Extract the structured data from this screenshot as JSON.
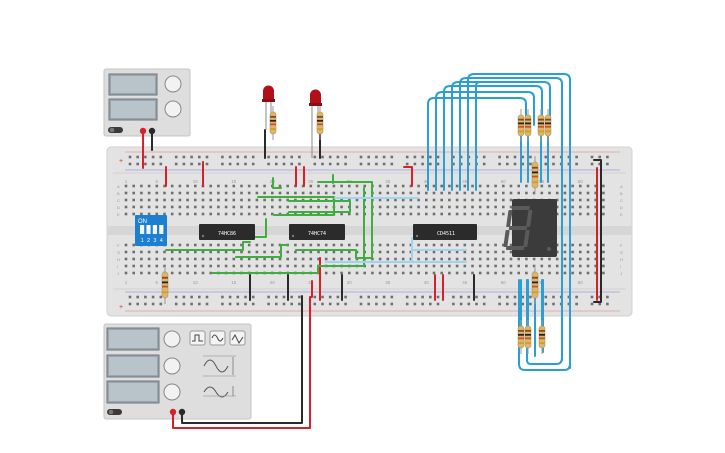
{
  "chips": {
    "u1": "74HC86",
    "u2": "74HC74",
    "u3": "CD4511"
  },
  "dip_switch": {
    "on_label": "ON",
    "positions": [
      "1",
      "2",
      "3",
      "4"
    ]
  },
  "breadboard": {
    "column_labels": [
      "1",
      "5",
      "10",
      "15",
      "20",
      "25",
      "30",
      "35",
      "40",
      "45",
      "50",
      "55",
      "60"
    ],
    "row_labels_top": [
      "A",
      "B",
      "C",
      "D",
      "E"
    ],
    "row_labels_bottom": [
      "F",
      "G",
      "H",
      "I",
      "J"
    ],
    "rail_plus": "+",
    "rail_minus": "−"
  },
  "power_supply": {
    "toggle": "off"
  },
  "function_generator": {
    "toggle": "off",
    "waveforms": [
      "square-wave-icon",
      "sine-wave-icon",
      "triangle-wave-icon"
    ]
  },
  "colors": {
    "breadboard": "#e6e6e6",
    "wire_blue": "#2a9fd6",
    "wire_green": "#3fae3f",
    "wire_red": "#d9202a",
    "wire_black": "#2a2a2a",
    "chip": "#2b2b2b",
    "led": "#b0101a",
    "dip": "#1d7fd1",
    "display": "#3b3b3b"
  }
}
